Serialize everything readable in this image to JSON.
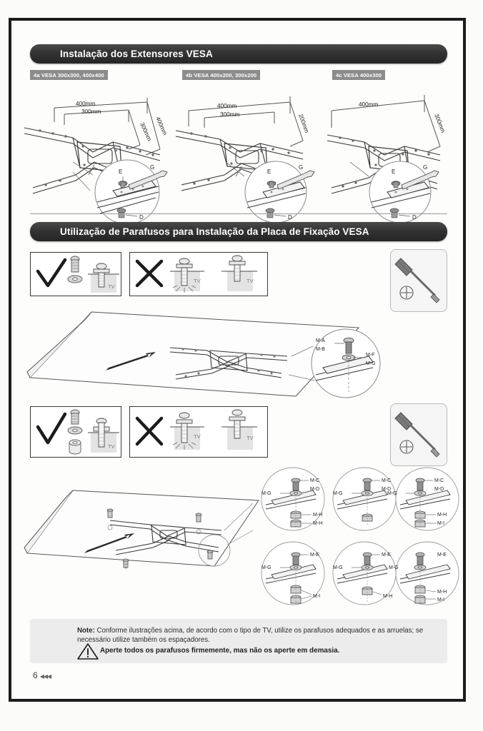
{
  "page": {
    "number": "6",
    "footer_marker": "◀◀◀"
  },
  "sections": {
    "vesa_extenders": {
      "title": "Instalação dos Extensores VESA",
      "panels": [
        {
          "caption": "4a VESA 300x300, 400x400",
          "dimensions": {
            "top_outer": "400mm",
            "top_inner": "300mm",
            "side_inner": "300mm",
            "side_outer": "400mm"
          },
          "callouts": [
            "E",
            "G",
            "D"
          ]
        },
        {
          "caption": "4b VESA 400x200, 300x200",
          "dimensions": {
            "top_outer": "400mm",
            "top_inner": "300mm",
            "side_outer": "200mm"
          },
          "callouts": [
            "E",
            "G",
            "D"
          ]
        },
        {
          "caption": "4c VESA 400x300",
          "dimensions": {
            "top_outer": "400mm",
            "side_outer": "300mm"
          },
          "callouts": [
            "E",
            "G",
            "D"
          ]
        }
      ]
    },
    "screw_usage": {
      "title": "Utilização de Parafusos para Instalação da Placa de Fixação VESA",
      "tv_label": "TV",
      "row1": {
        "good": {
          "mark": "✓",
          "parts": [
            "screw",
            "washer"
          ]
        },
        "bad": {
          "mark": "✗",
          "cases": [
            "too-long-screw",
            "too-short-screw"
          ]
        },
        "tool": "screwdriver"
      },
      "row2": {
        "good": {
          "mark": "✓",
          "parts": [
            "screw",
            "washer",
            "spacer"
          ]
        },
        "bad": {
          "mark": "✗",
          "cases": [
            "too-long-screw",
            "too-short-screw"
          ]
        },
        "tool": "screwdriver"
      },
      "detail_upper": {
        "screw_labels": [
          "M-A",
          "M-B"
        ],
        "washer_labels": [
          "M-F",
          "M-G"
        ]
      },
      "detail_lower": [
        {
          "screw": [
            "M-C",
            "M-D"
          ],
          "washer": [
            "M-G"
          ],
          "spacers": [
            "M-H",
            "M-H"
          ]
        },
        {
          "screw": [
            "M-C",
            "M-D"
          ],
          "washer": [
            "M-G"
          ],
          "spacers": [
            "M-H"
          ]
        },
        {
          "screw": [
            "M-C",
            "M-D"
          ],
          "washer": [
            "M-G"
          ],
          "spacers": [
            "M-H",
            "M-I"
          ]
        },
        {
          "screw": [
            "M-E"
          ],
          "washer": [
            "M-G"
          ],
          "spacers": [
            "M-I"
          ]
        },
        {
          "screw": [
            "M-E"
          ],
          "washer": [
            "M-G"
          ],
          "spacers": [
            "M-H"
          ]
        },
        {
          "screw": [
            "M-E"
          ],
          "washer": [
            "M-G"
          ],
          "spacers": [
            "M-H",
            "M-I"
          ]
        }
      ]
    }
  },
  "note": {
    "label": "Note:",
    "line1": " Conforme ilustrações acima, de acordo com o tipo de TV, utilize os parafusos adequados e as arruelas; se necessário utilize também os espaçadores.",
    "line2": "Aperte todos os parafusos firmemente, mas não os aperte em demasia.",
    "warning_icon": "warning-triangle-icon"
  },
  "colors": {
    "bar_dark": "#333333",
    "caption_grey": "#8c8c8c",
    "note_bg": "#ececec",
    "ink": "#1c1c1c"
  }
}
